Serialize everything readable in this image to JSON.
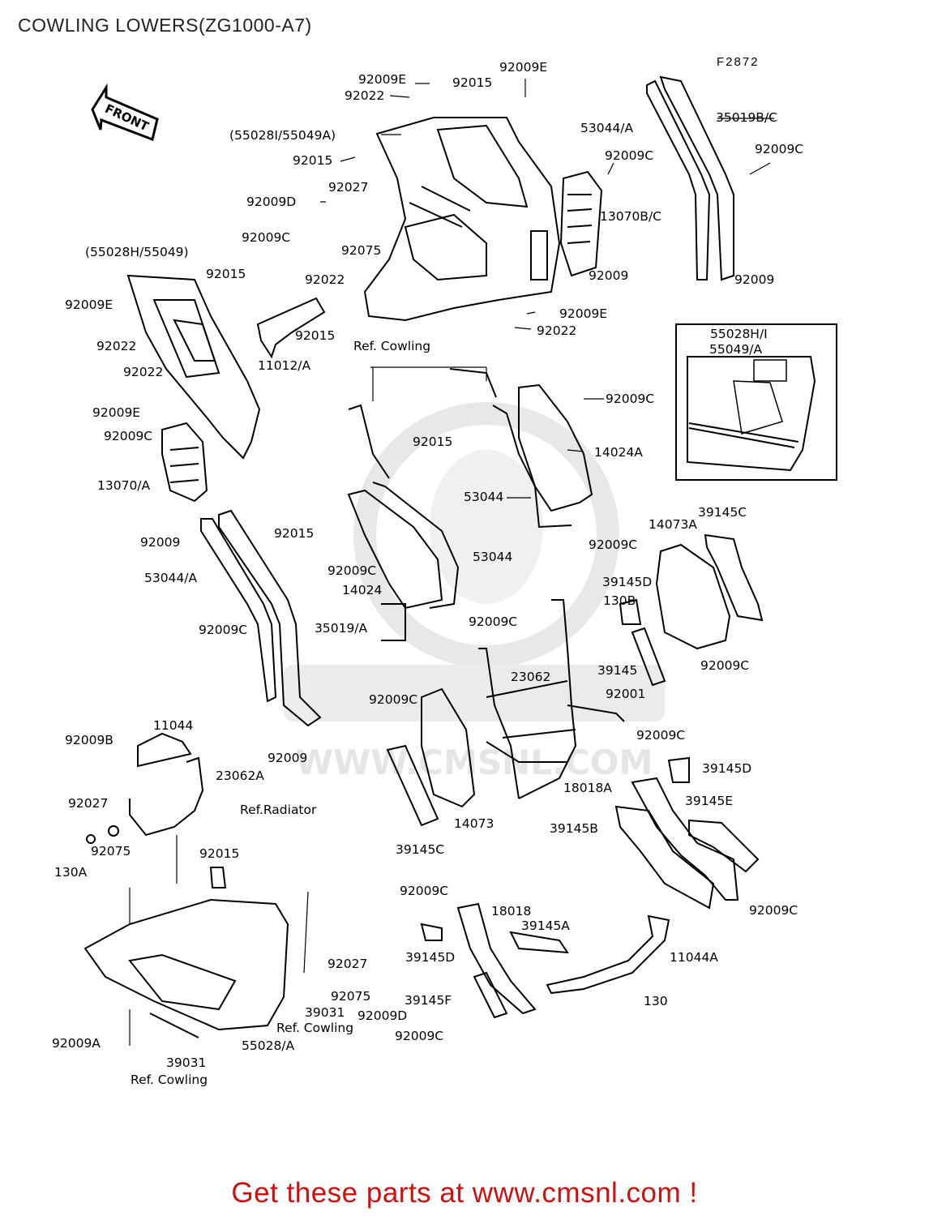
{
  "title": "COWLING LOWERS(ZG1000-A7)",
  "figure_code": "F2872",
  "front_arrow_text": "FRONT",
  "watermark_text": "WWW.CMSNL.COM",
  "footer": "Get these parts at www.cmsnl.com !",
  "colors": {
    "footer": "#cc1111",
    "line": "#000000",
    "title": "#222222",
    "watermark": "#d8d8d8"
  },
  "labels": [
    "92009E",
    "92015",
    "92009E",
    "92022",
    "(55028I/55049A)",
    "92015",
    "53044/A",
    "35019B/C",
    "92009C",
    "92009C",
    "92027",
    "92009D",
    "13070B/C",
    "92075",
    "92009",
    "92009",
    "92009C",
    "(55028H/55049)",
    "92015",
    "92022",
    "92009E",
    "92022",
    "92015",
    "92009E",
    "92022",
    "11012/A",
    "Ref. Cowling",
    "55028H/I",
    "55049/A",
    "92022",
    "92009E",
    "92009C",
    "92015",
    "14024A",
    "92009C",
    "13070/A",
    "53044",
    "92009",
    "92015",
    "92009C",
    "14073A",
    "39145C",
    "53044",
    "53044/A",
    "92009C",
    "14024",
    "39145D",
    "130B",
    "92009C",
    "35019/A",
    "92009C",
    "39145",
    "92009C",
    "23062",
    "92009C",
    "92001",
    "92009B",
    "11044",
    "92009",
    "92009C",
    "39145D",
    "23062A",
    "18018A",
    "Ref.Radiator",
    "14073",
    "39145E",
    "92027",
    "39145C",
    "39145B",
    "92075",
    "130A",
    "92015",
    "92009C",
    "92009C",
    "18018",
    "39145A",
    "11044A",
    "39145D",
    "92027",
    "39031",
    "92075",
    "92009D",
    "39145F",
    "130",
    "Ref. Cowling",
    "92009C",
    "92009A",
    "55028/A",
    "39031",
    "Ref. Cowling"
  ]
}
